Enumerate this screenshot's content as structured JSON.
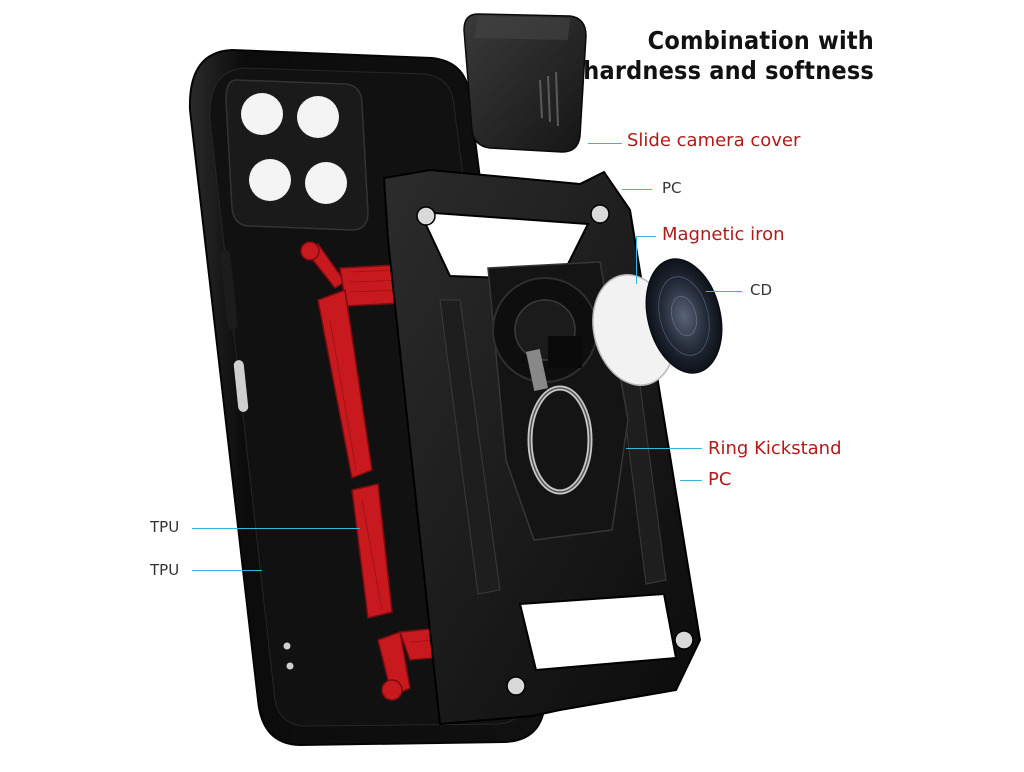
{
  "heading": {
    "line1": "Combination with",
    "line2": "hardness and softness"
  },
  "labels": {
    "slide_camera_cover": "Slide camera cover",
    "pc_top": "PC",
    "magnetic_iron": "Magnetic iron",
    "cd": "CD",
    "ring_kickstand": "Ring Kickstand",
    "pc_bottom": "PC",
    "tpu_upper": "TPU",
    "tpu_lower": "TPU"
  },
  "colors": {
    "case_body": "#141414",
    "bumper_red": "#c8191e",
    "label_red": "#b31a1a",
    "leader_line": "#35b6dd",
    "camera_cover": "#2a2a2a",
    "magnetic_iron": "#f2f2f2",
    "cd_plate": "#1e2430"
  }
}
